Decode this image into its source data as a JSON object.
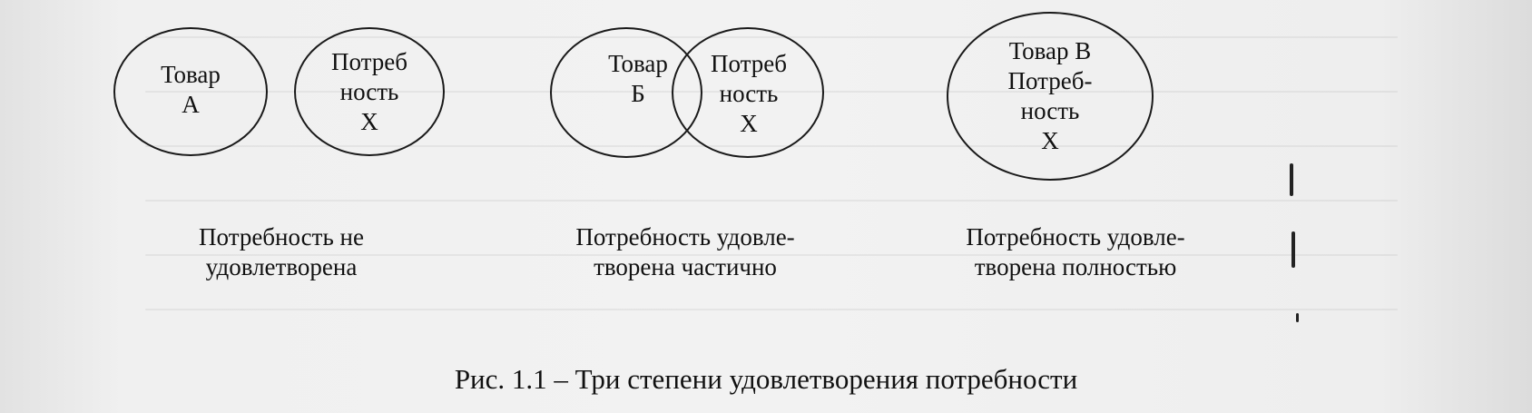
{
  "diagram": {
    "panels": [
      {
        "id": "unsatisfied",
        "product_label": "Товар\nА",
        "need_label": "Потреб\nность\nХ",
        "caption": "Потребность не\nудовлетворена"
      },
      {
        "id": "partial",
        "product_label": "Товар\nБ",
        "need_label": "Потреб\nность\nХ",
        "caption": "Потребность удовле-\nтворена частично"
      },
      {
        "id": "full",
        "combined_label": "Товар В\nПотреб-\nность\nХ",
        "caption": "Потребность удовле-\nтворена полностью"
      }
    ],
    "figure_caption": "Рис. 1.1 – Три степени удовлетворения потребности"
  }
}
